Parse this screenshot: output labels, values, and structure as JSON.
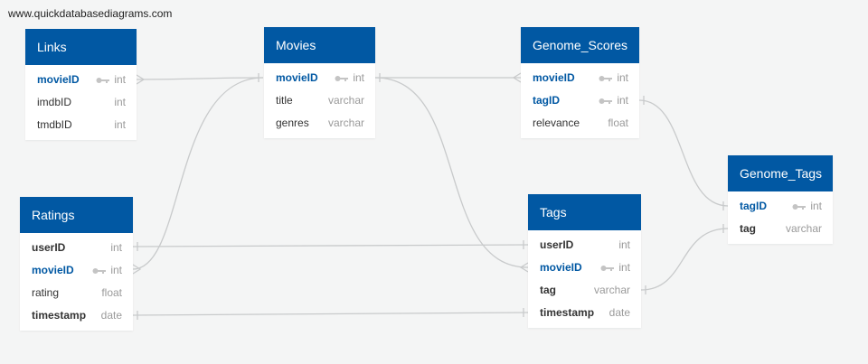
{
  "watermark": "www.quickdatabasediagrams.com",
  "colors": {
    "header": "#0158a3",
    "pk_text": "#0158a3",
    "line": "#c8cacb"
  },
  "tables": {
    "links": {
      "name": "Links",
      "fields": [
        {
          "name": "movieID",
          "type": "int",
          "pk": true
        },
        {
          "name": "imdbID",
          "type": "int"
        },
        {
          "name": "tmdbID",
          "type": "int"
        }
      ]
    },
    "movies": {
      "name": "Movies",
      "fields": [
        {
          "name": "movieID",
          "type": "int",
          "pk": true
        },
        {
          "name": "title",
          "type": "varchar"
        },
        {
          "name": "genres",
          "type": "varchar"
        }
      ]
    },
    "genome_scores": {
      "name": "Genome_Scores",
      "fields": [
        {
          "name": "movieID",
          "type": "int",
          "pk": true
        },
        {
          "name": "tagID",
          "type": "int",
          "pk": true
        },
        {
          "name": "relevance",
          "type": "float"
        }
      ]
    },
    "ratings": {
      "name": "Ratings",
      "fields": [
        {
          "name": "userID",
          "type": "int"
        },
        {
          "name": "movieID",
          "type": "int",
          "pk": true
        },
        {
          "name": "rating",
          "type": "float"
        },
        {
          "name": "timestamp",
          "type": "date"
        }
      ]
    },
    "tags": {
      "name": "Tags",
      "fields": [
        {
          "name": "userID",
          "type": "int"
        },
        {
          "name": "movieID",
          "type": "int",
          "pk": true
        },
        {
          "name": "tag",
          "type": "varchar"
        },
        {
          "name": "timestamp",
          "type": "date"
        }
      ]
    },
    "genome_tags": {
      "name": "Genome_Tags",
      "fields": [
        {
          "name": "tagID",
          "type": "int",
          "pk": true
        },
        {
          "name": "tag",
          "type": "varchar"
        }
      ]
    }
  }
}
